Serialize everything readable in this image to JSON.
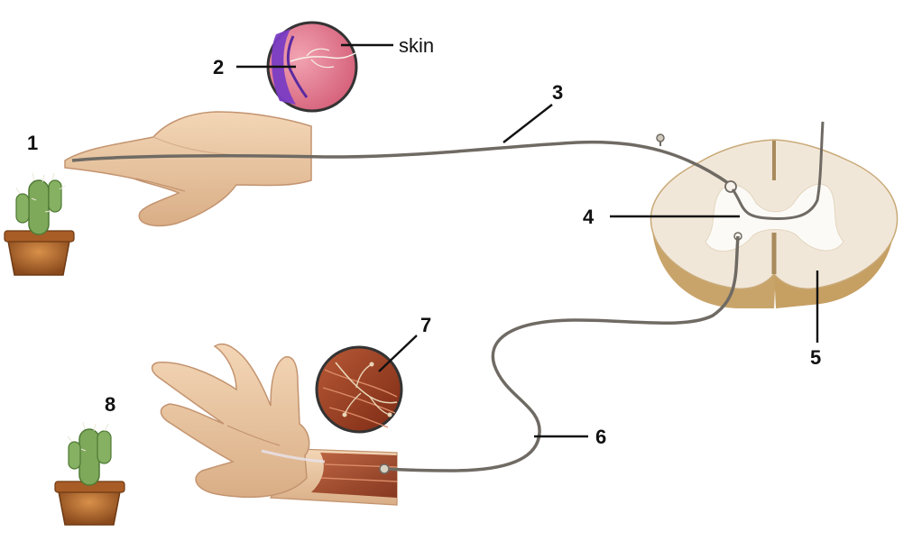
{
  "labels": {
    "l1": "1",
    "l2": "2",
    "l3": "3",
    "l4": "4",
    "l5": "5",
    "l6": "6",
    "l7": "7",
    "l8": "8",
    "skin": "skin"
  },
  "colors": {
    "skin_tone": "#efd0ad",
    "skin_shadow": "#c99a73",
    "nerve": "#6f6a63",
    "cord_white": "#f1e7d9",
    "cord_grey": "#fbfaf6",
    "cord_edge": "#c9aa78",
    "cactus": "#7ea85a",
    "pot": "#b86b2c",
    "skin_inset": "#e07a8f",
    "receptor": "#7a3cc4",
    "muscle": "#9c3b1f"
  },
  "icons": {
    "cactus_top": "cactus-icon",
    "cactus_bottom": "cactus-icon"
  }
}
